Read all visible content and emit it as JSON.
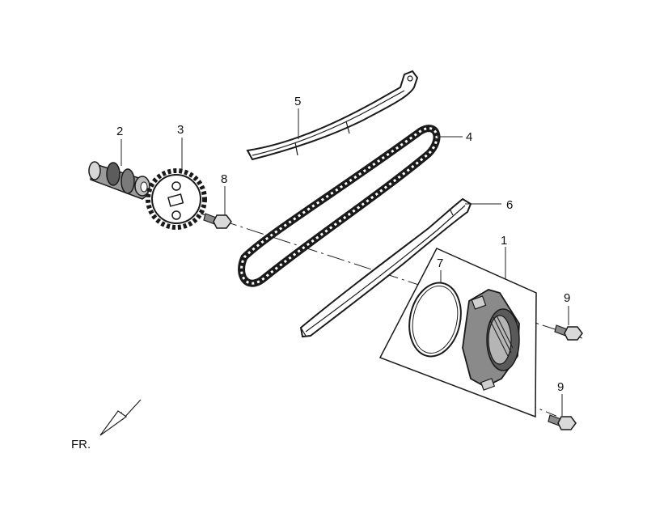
{
  "callouts": {
    "p1": "1",
    "p2": "2",
    "p3": "3",
    "p4": "4",
    "p5": "5",
    "p6": "6",
    "p7": "7",
    "p8": "8",
    "p9a": "9",
    "p9b": "9"
  },
  "orientation_label": "FR.",
  "colors": {
    "ink": "#1a1a1a",
    "shade": "#6b6b6b",
    "paper": "#ffffff"
  }
}
